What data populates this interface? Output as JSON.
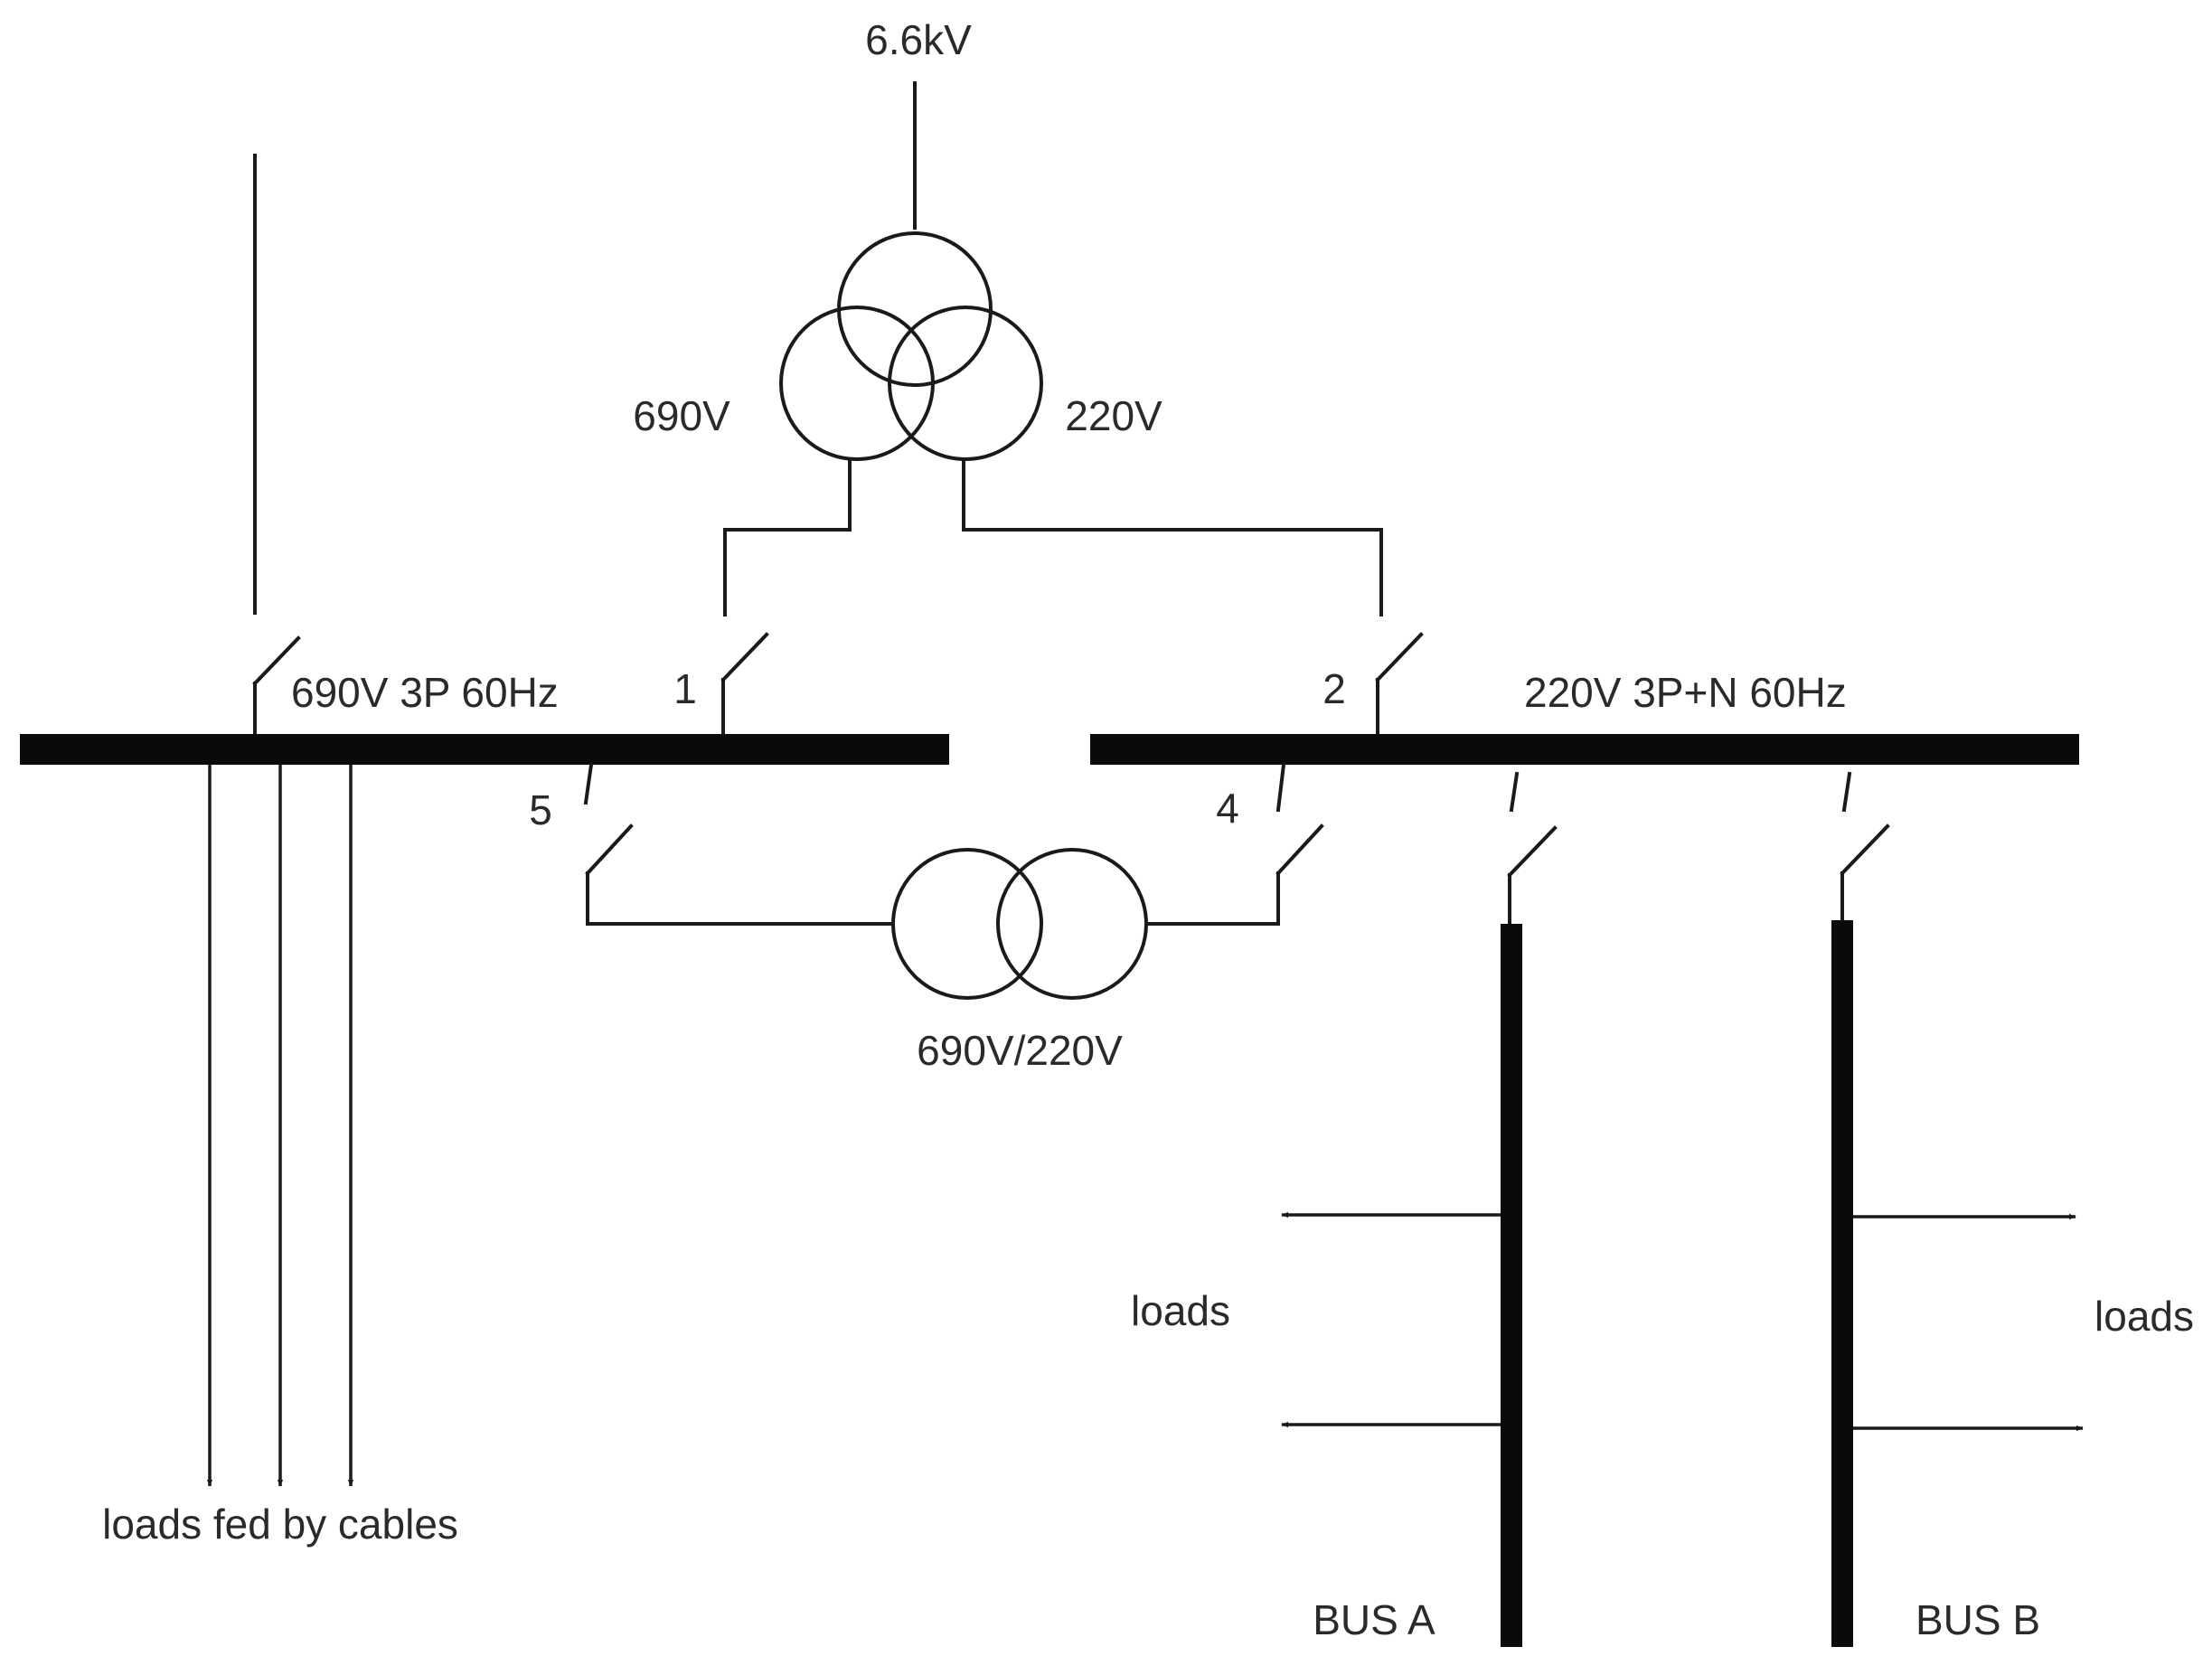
{
  "diagram": {
    "supply_label": "6.6kV",
    "transformer_3w": {
      "left_label": "690V",
      "right_label": "220V"
    },
    "transformer_2w": {
      "label": "690V/220V"
    },
    "bus_690": {
      "label": "690V 3P 60Hz"
    },
    "bus_220": {
      "label": "220V 3P+N 60Hz"
    },
    "breakers": {
      "b1": "1",
      "b2": "2",
      "b4": "4",
      "b5": "5"
    },
    "loads_cables_label": "loads fed by cables",
    "loads_left_label": "loads",
    "loads_right_label": "loads",
    "bus_a_label": "BUS A",
    "bus_b_label": "BUS B"
  }
}
